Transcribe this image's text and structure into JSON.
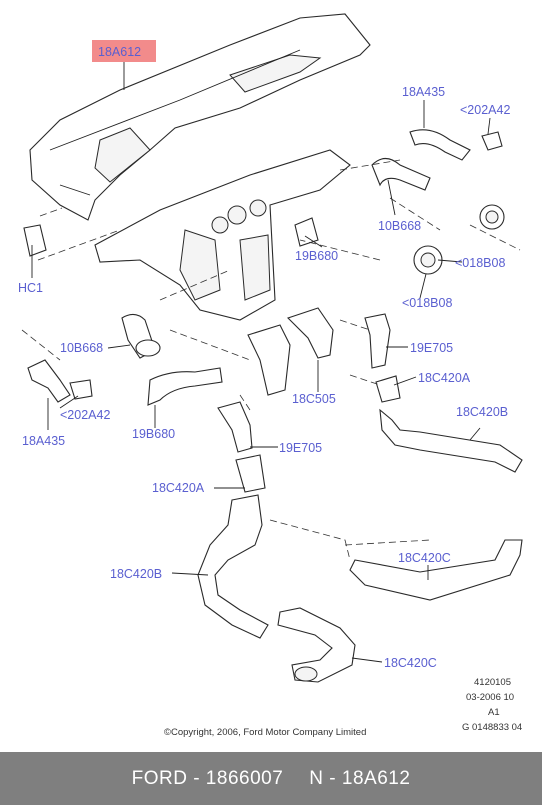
{
  "callouts": {
    "dash_panel": "18A612",
    "duct_right_upper": "18A435",
    "grille_right": "<202A42",
    "duct_right_mid": "10B668",
    "vent_upper": "<018B08",
    "clip": "HC1",
    "support": "19B680",
    "vent_lower": "<018B08",
    "duct_left_mid": "10B668",
    "outlet_right": "19E705",
    "bracket_right": "18C420A",
    "grille_left": "<202A42",
    "duct_left_lower": "18A435",
    "center_duct": "18C505",
    "rear_duct_right": "18C420B",
    "support_left": "19B680",
    "outlet_center": "19E705",
    "bracket_center": "18C420A",
    "rear_duct_c_upper": "18C420C",
    "rear_duct_left": "18C420B",
    "rear_duct_c_lower": "18C420C"
  },
  "meta": {
    "ref": "4120105",
    "date": "03-2006 10",
    "rev": "A1",
    "code": "G 0148833 04",
    "copyright": "©Copyright, 2006, Ford Motor Company Limited"
  },
  "footer": {
    "brand_part": "FORD - 1866007",
    "number": "N - 18A612"
  },
  "colors": {
    "callout_text": "#5a5fd0",
    "highlight": "#f28b8b",
    "footer_bg": "#7f7f7f"
  }
}
